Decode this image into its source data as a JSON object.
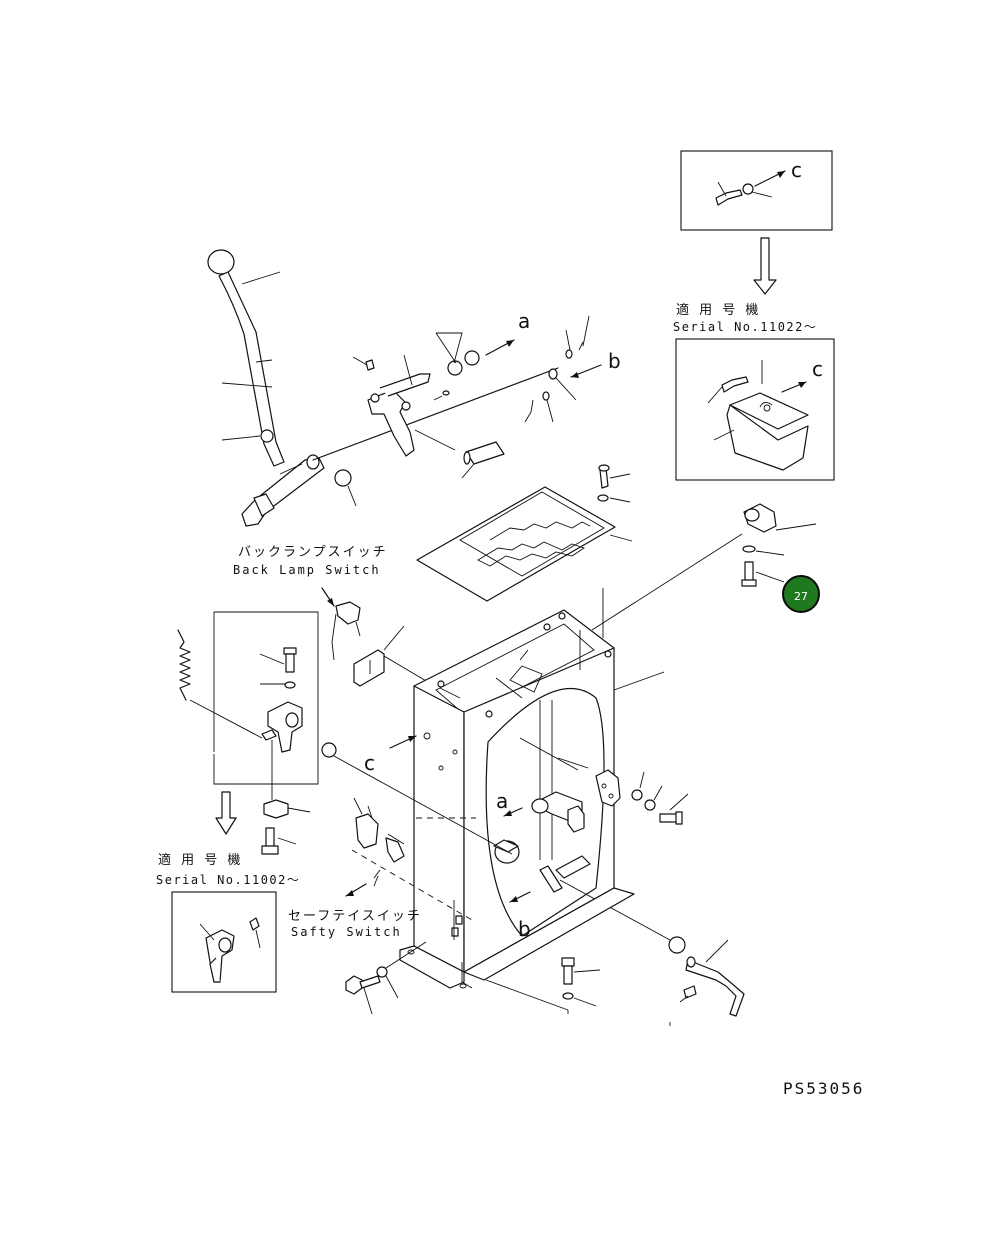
{
  "drawing_number": "PS53056",
  "callout": {
    "number": "27",
    "color": "#1f7a1f"
  },
  "references": {
    "a": "a",
    "b": "b",
    "c": "c"
  },
  "back_lamp_switch": {
    "jp": "バックランプスイッチ",
    "en": "Back Lamp Switch"
  },
  "safety_switch": {
    "jp": "セーフテイスイッチ",
    "en": "Safty Switch"
  },
  "serial_top": {
    "jp": "適 用 号 機",
    "en": "Serial No.11022～"
  },
  "serial_bottom": {
    "jp": "適 用 号 機",
    "en": "Serial No.11002～"
  }
}
